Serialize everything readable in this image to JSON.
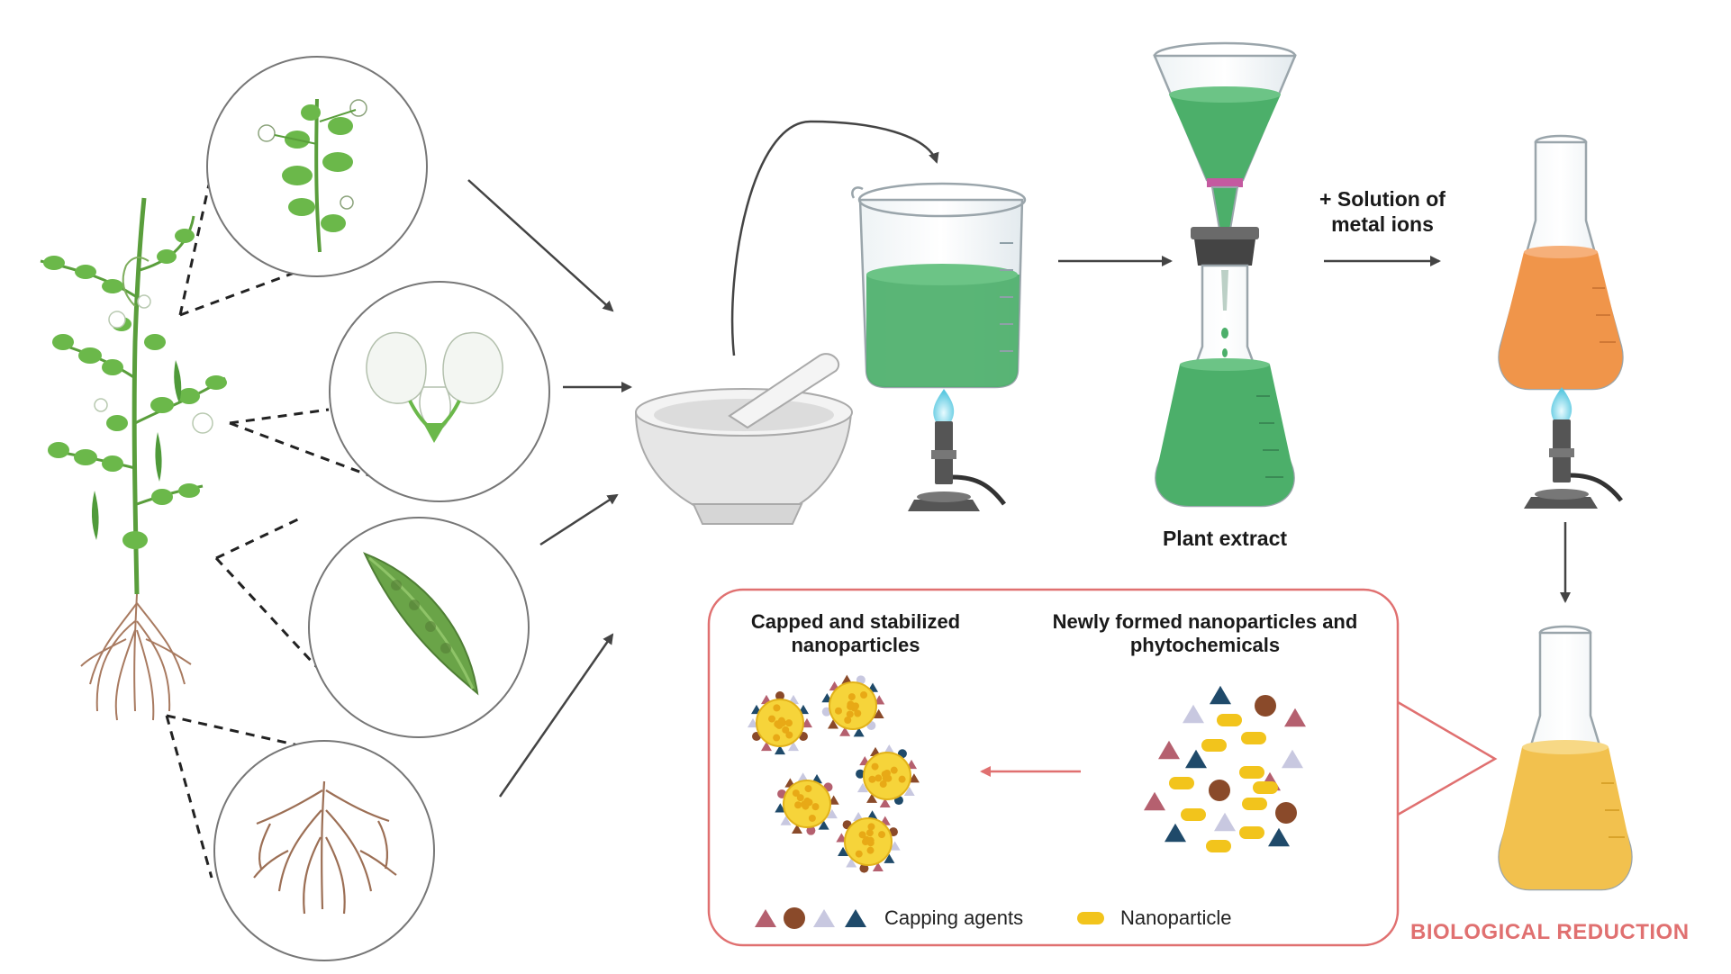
{
  "labels": {
    "metal_ions_line1": "+ Solution of",
    "metal_ions_line2": "metal ions",
    "plant_extract": "Plant extract",
    "capped_line1": "Capped and stabilized",
    "capped_line2": "nanoparticles",
    "newly_line1": "Newly formed nanoparticles and",
    "newly_line2": "phytochemicals",
    "capping_agents": "Capping agents",
    "nanoparticle": "Nanoparticle",
    "biological_reduction": "BIOLOGICAL REDUCTION"
  },
  "plant_parts": [
    "leaf-stem",
    "flower",
    "pea-pod",
    "root"
  ],
  "colors": {
    "green_liquid": "#4caf6a",
    "orange_liquid": "#f0954a",
    "yellow_liquid": "#f2c14e",
    "red_box": "#e07070",
    "capping_pink": "#b5606f",
    "capping_brown": "#8a4a2a",
    "capping_lavender": "#c8c8e0",
    "capping_navy": "#1f4a6a",
    "nanoparticle_yellow": "#f2c41c"
  }
}
